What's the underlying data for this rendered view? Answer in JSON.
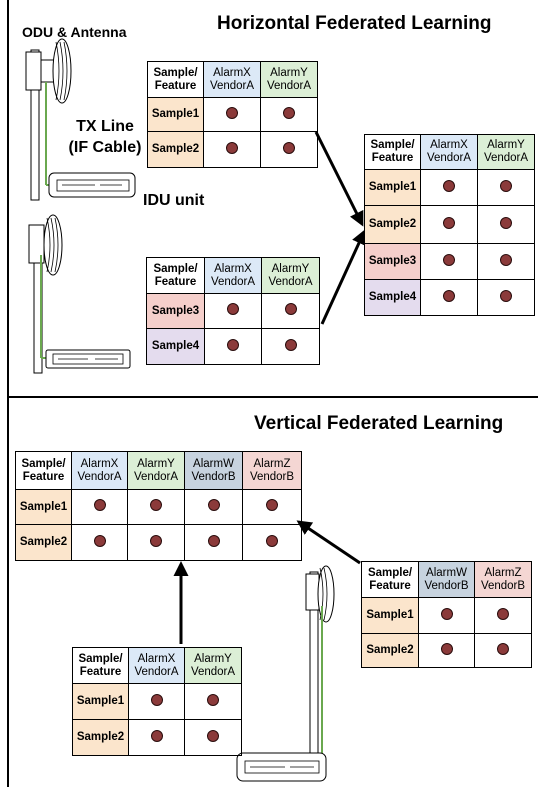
{
  "top": {
    "title": "Horizontal Federated Learning",
    "odu_label": "ODU & Antenna",
    "tx_line_1": "TX Line",
    "tx_line_2": "(IF Cable)",
    "idu_label": "IDU unit"
  },
  "bottom": {
    "title": "Vertical Federated Learning"
  },
  "headers": {
    "corner_1": "Sample/",
    "corner_2": "Feature",
    "alarm_x": "AlarmX",
    "alarm_y": "AlarmY",
    "alarm_w": "AlarmW",
    "alarm_z": "AlarmZ",
    "vendor_a": "VendorA",
    "vendor_b": "VendorB"
  },
  "samples": {
    "s1": "Sample1",
    "s2": "Sample2",
    "s3": "Sample3",
    "s4": "Sample4"
  },
  "colors": {
    "vendor_a_blue": "#dce9f7",
    "vendor_a_green": "#dcefd6",
    "vendor_b_blue": "#c7d3df",
    "vendor_b_red": "#f4d6d3",
    "sample_orange": "#fbe5cc",
    "sample_pink": "#f5cfcb",
    "sample_purple": "#e4dcee",
    "dot": "#8b3a3a",
    "cable": "#6aa84f"
  },
  "icons": [
    "microwave-antenna-icon",
    "idu-unit-icon",
    "arrow-icon"
  ]
}
